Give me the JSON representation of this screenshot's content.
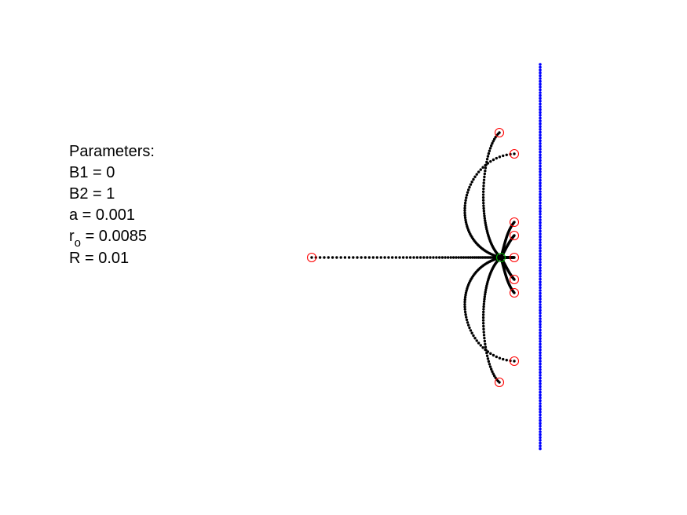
{
  "parameters": {
    "heading": "Parameters:",
    "b1": "B1 = 0",
    "b2": "B2 = 1",
    "a": "a = 0.001",
    "ro_base": "r",
    "ro_sub": "o",
    "ro_value": " = 0.0085",
    "r": "R = 0.01"
  },
  "colors": {
    "trajectory": "#000000",
    "start_marker": "#ff0000",
    "end_marker": "#00b000",
    "boundary": "#0000ff"
  }
}
